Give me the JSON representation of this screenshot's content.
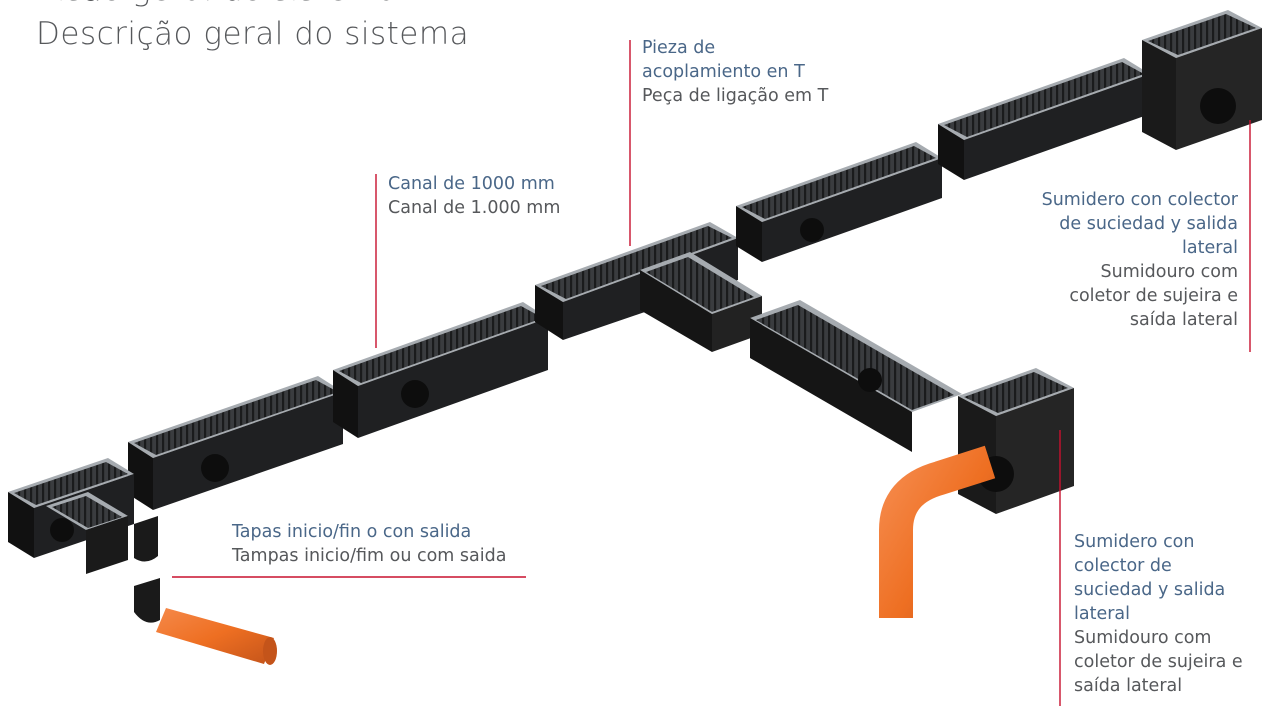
{
  "title": {
    "line1": "Visão geral do sistema",
    "line2": "Descrição geral do sistema"
  },
  "labels": {
    "t_piece": {
      "es": [
        "Pieza de",
        "acoplamiento en T"
      ],
      "pt": [
        "Peça de ligação em T"
      ]
    },
    "channel": {
      "es": [
        "Canal de 1000 mm"
      ],
      "pt": [
        "Canal de 1.000 mm"
      ]
    },
    "sump_top": {
      "es": [
        "Sumidero con colector",
        "de suciedad y salida",
        "lateral"
      ],
      "pt": [
        "Sumidouro com",
        "coletor de sujeira e",
        "saída lateral"
      ]
    },
    "caps": {
      "es": [
        "Tapas inicio/fin o con salida"
      ],
      "pt": [
        "Tampas inicio/fim ou com saida"
      ]
    },
    "sump_bottom": {
      "es": [
        "Sumidero con",
        "colector de",
        "suciedad y salida",
        "lateral"
      ],
      "pt": [
        "Sumidouro com",
        "coletor de sujeira e",
        "saída lateral"
      ]
    }
  },
  "colors": {
    "leader": "#c8102e",
    "pipe": "#ee6f22",
    "channel_body": "#1c1c1c",
    "grate": "#333333",
    "rim": "#9ea3a8"
  }
}
